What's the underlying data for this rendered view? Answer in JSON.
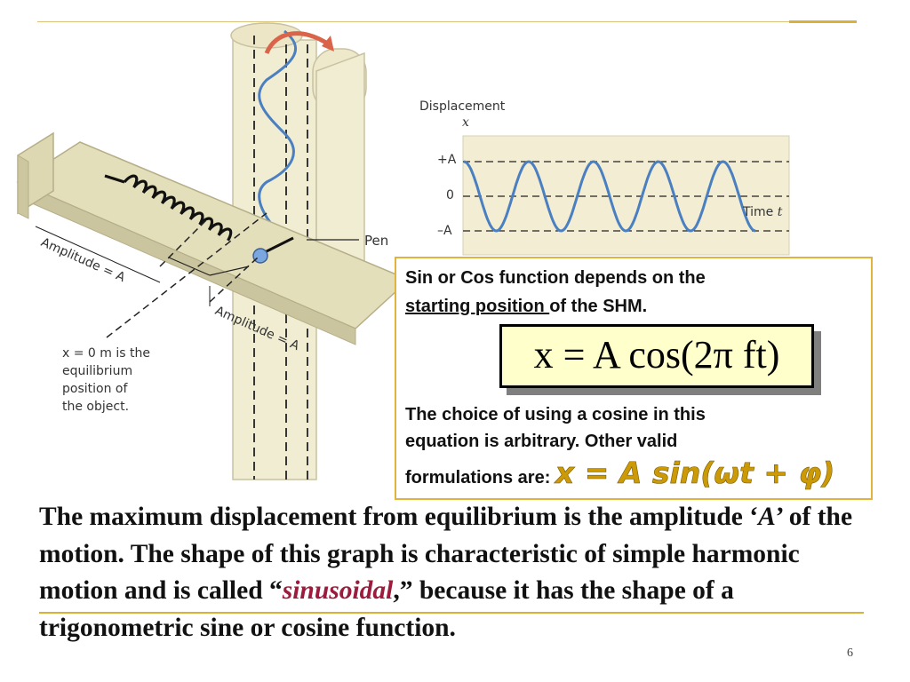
{
  "figure": {
    "pen_label": "Pen",
    "amplitude_label_1": "Amplitude = A",
    "amplitude_label_2": "Amplitude = A",
    "equilibrium_note": [
      "x = 0 m is the",
      "equilibrium",
      "position  of",
      "the object."
    ]
  },
  "graph": {
    "ylabel": "Displacement",
    "ysymbol": "x",
    "ticks": [
      "+A",
      "0",
      "–A"
    ],
    "xlabel": "Time",
    "xsymbol": "t"
  },
  "callout": {
    "line1": "Sin or Cos function depends on the",
    "line2_underlined": "starting position ",
    "line2_rest": "of the SHM.",
    "equation": "x = A cos(2π ft)",
    "line3": "The choice of using a cosine in this",
    "line4": "equation is arbitrary. Other valid",
    "line5": "formulations are: ",
    "alt_formula": "x = A sin(ωt + φ)"
  },
  "body": {
    "part1": "The maximum displacement from equilibrium is the amplitude ‘",
    "amplitude_symbol": "A",
    "part2": "’ of the motion. The shape of this graph is characteristic of simple harmonic motion and is called “",
    "highlight": "sinusoidal",
    "part3": ",” because it has the shape of a trigonometric sine or cosine function."
  },
  "page_number": "6",
  "colors": {
    "accent_rule": "#d9c27a",
    "callout_border": "#e0b43c",
    "highlight": "#9b1c3c",
    "wave": "#4a7fc1"
  }
}
